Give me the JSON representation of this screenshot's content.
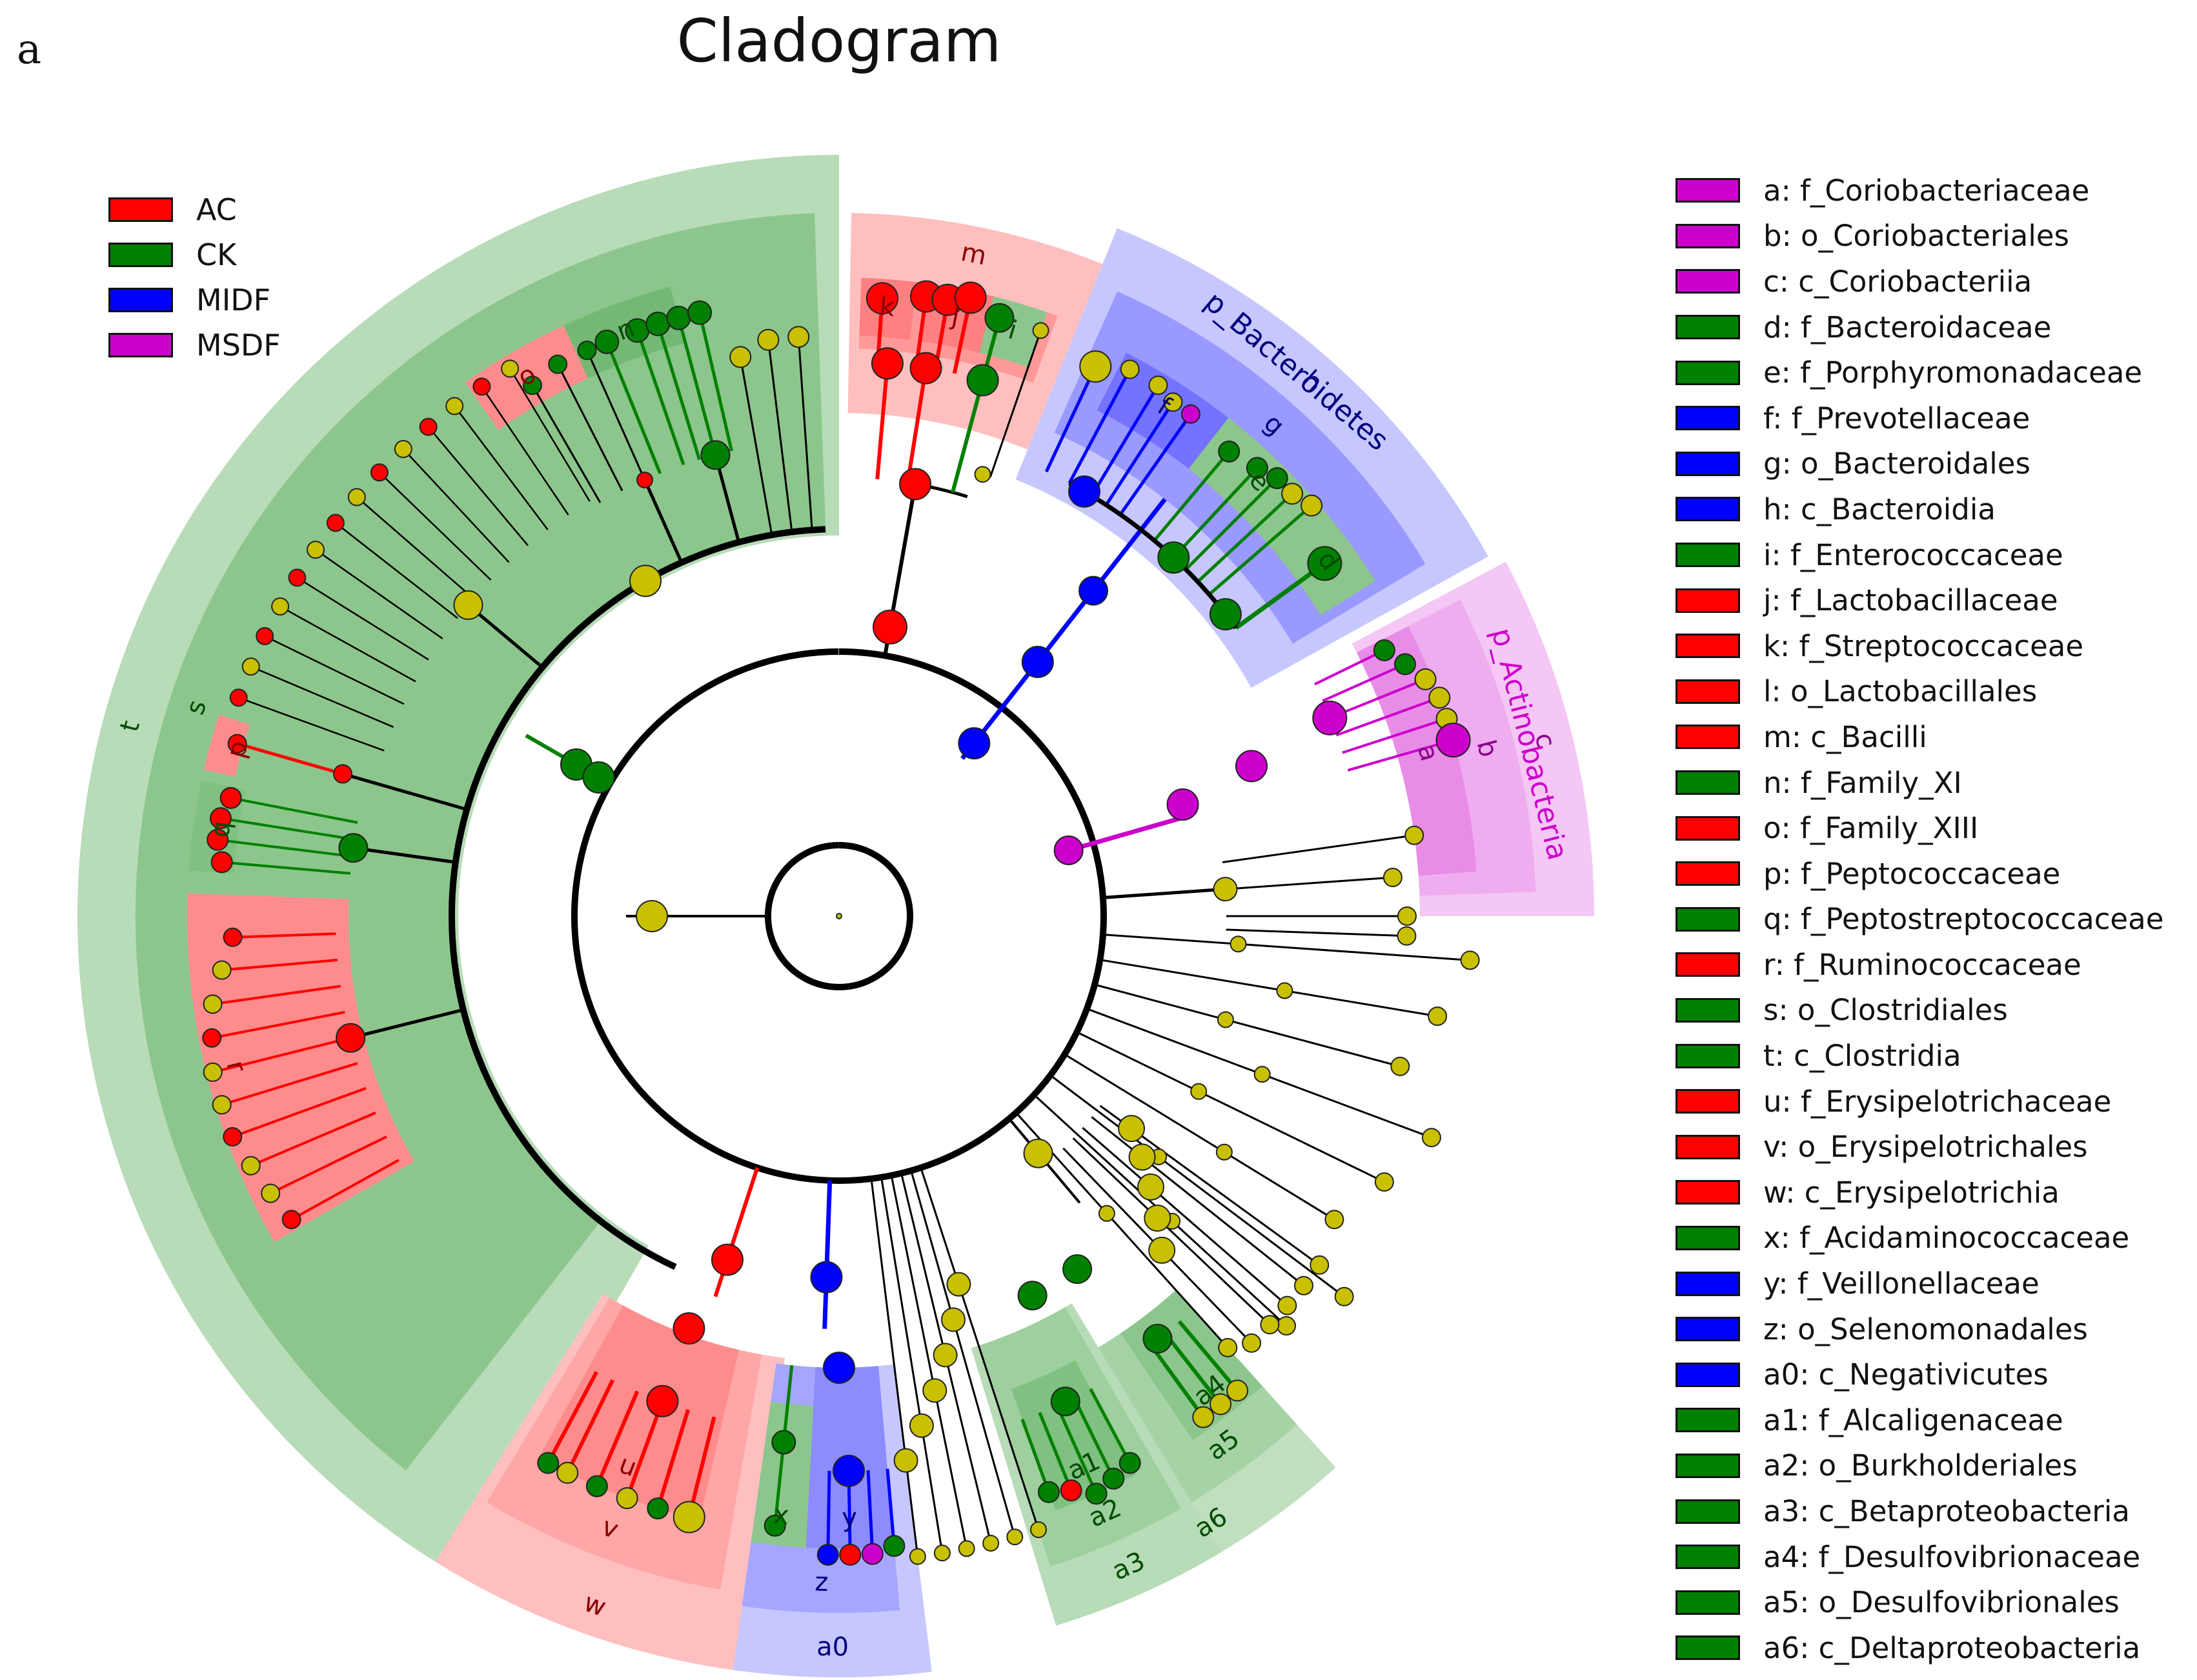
{
  "panel_label": "a",
  "title": "Cladogram",
  "groups": [
    {
      "name": "AC",
      "color": "#ff0000"
    },
    {
      "name": "CK",
      "color": "#008000"
    },
    {
      "name": "MIDF",
      "color": "#0000ff"
    },
    {
      "name": "MSDF",
      "color": "#cc00cc"
    }
  ],
  "taxa": [
    {
      "key": "a",
      "label": "a: f_Coriobacteriaceae",
      "group": "MSDF"
    },
    {
      "key": "b",
      "label": "b: o_Coriobacteriales",
      "group": "MSDF"
    },
    {
      "key": "c",
      "label": "c: c_Coriobacteriia",
      "group": "MSDF"
    },
    {
      "key": "d",
      "label": "d: f_Bacteroidaceae",
      "group": "CK"
    },
    {
      "key": "e",
      "label": "e: f_Porphyromonadaceae",
      "group": "CK"
    },
    {
      "key": "f",
      "label": "f: f_Prevotellaceae",
      "group": "MIDF"
    },
    {
      "key": "g",
      "label": "g: o_Bacteroidales",
      "group": "MIDF"
    },
    {
      "key": "h",
      "label": "h: c_Bacteroidia",
      "group": "MIDF"
    },
    {
      "key": "i",
      "label": "i: f_Enterococcaceae",
      "group": "CK"
    },
    {
      "key": "j",
      "label": "j: f_Lactobacillaceae",
      "group": "AC"
    },
    {
      "key": "k",
      "label": "k: f_Streptococcaceae",
      "group": "AC"
    },
    {
      "key": "l",
      "label": "l: o_Lactobacillales",
      "group": "AC"
    },
    {
      "key": "m",
      "label": "m: c_Bacilli",
      "group": "AC"
    },
    {
      "key": "n",
      "label": "n: f_Family_XI",
      "group": "CK"
    },
    {
      "key": "o",
      "label": "o: f_Family_XIII",
      "group": "AC"
    },
    {
      "key": "p",
      "label": "p: f_Peptococcaceae",
      "group": "AC"
    },
    {
      "key": "q",
      "label": "q: f_Peptostreptococcaceae",
      "group": "CK"
    },
    {
      "key": "r",
      "label": "r: f_Ruminococcaceae",
      "group": "AC"
    },
    {
      "key": "s",
      "label": "s: o_Clostridiales",
      "group": "CK"
    },
    {
      "key": "t",
      "label": "t: c_Clostridia",
      "group": "CK"
    },
    {
      "key": "u",
      "label": "u: f_Erysipelotrichaceae",
      "group": "AC"
    },
    {
      "key": "v",
      "label": "v: o_Erysipelotrichales",
      "group": "AC"
    },
    {
      "key": "w",
      "label": "w: c_Erysipelotrichia",
      "group": "AC"
    },
    {
      "key": "x",
      "label": "x: f_Acidaminococcaceae",
      "group": "CK"
    },
    {
      "key": "y",
      "label": "y: f_Veillonellaceae",
      "group": "MIDF"
    },
    {
      "key": "z",
      "label": "z: o_Selenomonadales",
      "group": "MIDF"
    },
    {
      "key": "a0",
      "label": "a0: c_Negativicutes",
      "group": "MIDF"
    },
    {
      "key": "a1",
      "label": "a1: f_Alcaligenaceae",
      "group": "CK"
    },
    {
      "key": "a2",
      "label": "a2: o_Burkholderiales",
      "group": "CK"
    },
    {
      "key": "a3",
      "label": "a3: c_Betaproteobacteria",
      "group": "CK"
    },
    {
      "key": "a4",
      "label": "a4: f_Desulfovibrionaceae",
      "group": "CK"
    },
    {
      "key": "a5",
      "label": "a5: o_Desulfovibrionales",
      "group": "CK"
    },
    {
      "key": "a6",
      "label": "a6: c_Deltaproteobacteria",
      "group": "CK"
    }
  ],
  "phylum_labels": [
    {
      "text": "p_Bacteroidetes",
      "group": "MIDF"
    },
    {
      "text": "p_Actinobacteria",
      "group": "MSDF"
    }
  ],
  "neutral_node_color": "#c8c000"
}
